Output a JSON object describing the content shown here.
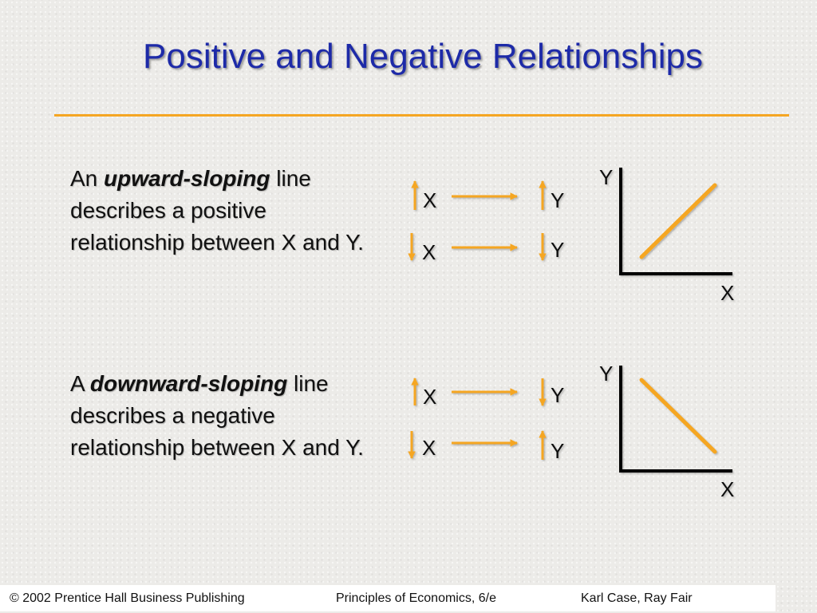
{
  "title": "Positive and Negative Relationships",
  "positive": {
    "pre": "An ",
    "emph": "upward-sloping",
    "post": " line describes a positive relationship between X and Y.",
    "row1_left": "X",
    "row1_right": "Y",
    "row2_left": "X",
    "row2_right": "Y",
    "axis_y": "Y",
    "axis_x": "X"
  },
  "negative": {
    "pre": "A ",
    "emph": "downward-sloping",
    "post": " line describes a negative relationship between X and Y.",
    "row1_left": "X",
    "row1_right": "Y",
    "row2_left": "X",
    "row2_right": "Y",
    "axis_y": "Y",
    "axis_x": "X"
  },
  "colors": {
    "title": "#1d2aa8",
    "accent": "#f5a623",
    "axis": "#000000"
  },
  "footer": {
    "left": "© 2002 Prentice Hall Business Publishing",
    "center": "Principles of Economics, 6/e",
    "right": "Karl Case, Ray Fair"
  }
}
